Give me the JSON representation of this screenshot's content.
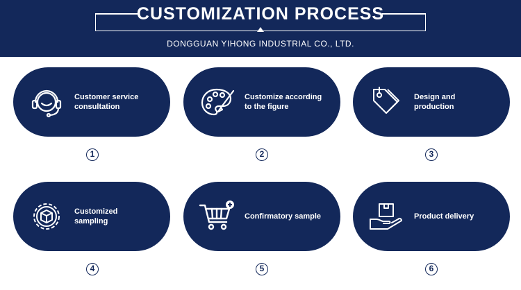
{
  "header": {
    "title": "CUSTOMIZATION PROCESS",
    "subtitle": "DONGGUAN YIHONG INDUSTRIAL CO., LTD."
  },
  "colors": {
    "navy": "#13285a",
    "white": "#ffffff"
  },
  "steps": [
    {
      "number": "1",
      "label": "Customer service\nconsultation",
      "icon": "headset-icon"
    },
    {
      "number": "2",
      "label": "Customize according\nto the figure",
      "icon": "palette-icon"
    },
    {
      "number": "3",
      "label": "Design and\nproduction",
      "icon": "tag-icon"
    },
    {
      "number": "4",
      "label": "Customized\nsampling",
      "icon": "gear-box-icon"
    },
    {
      "number": "5",
      "label": "Confirmatory sample",
      "icon": "cart-icon"
    },
    {
      "number": "6",
      "label": "Product delivery",
      "icon": "hand-box-icon"
    }
  ]
}
